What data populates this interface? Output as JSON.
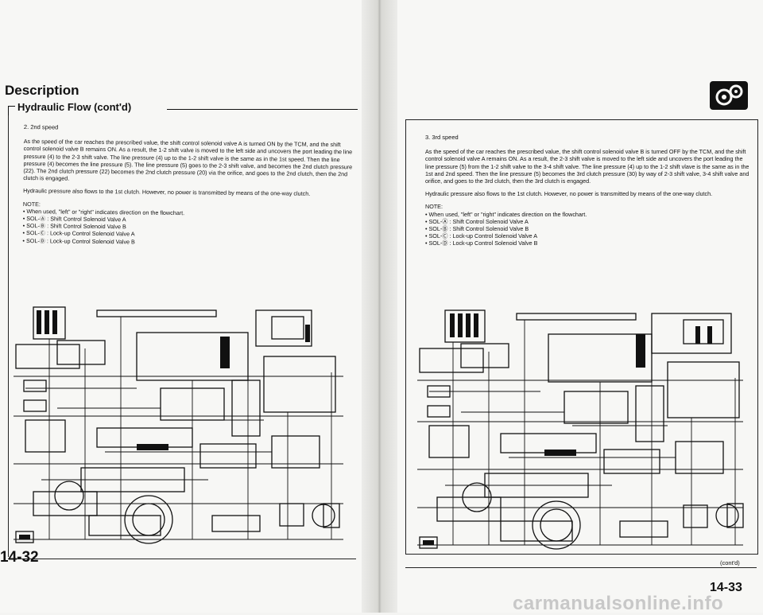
{
  "left_page": {
    "section_title": "Description",
    "subsection": "Hydraulic Flow (cont'd)",
    "step": "2.  2nd speed",
    "paragraph1": "As the speed of the car reaches the prescribed value, the shift control solenoid valve A is turned ON by the TCM, and the shift control solenoid valve B remains ON. As a result, the 1-2 shift valve is moved to the left side and uncovers the port leading the line pressure (4) to the 2-3 shift valve. The line pressure (4) up to the 1-2 shift valve is the same as in the 1st speed. Then the line pressure (4) becomes the line pressure (5). The line pressure (5) goes to the 2-3 shift valve, and becomes the 2nd clutch pressure (22). The 2nd clutch pressure (22) becomes the 2nd clutch pressure (20) via the orifice, and goes to the 2nd clutch, then the 2nd clutch is engaged.",
    "paragraph2": "Hydraulic pressure also flows to the 1st clutch. However, no power is transmitted by means of the one-way clutch.",
    "note_label": "NOTE:",
    "notes": [
      "• When used, \"left\" or \"right\" indicates direction on the flowchart.",
      "• SOL-Ⓐ : Shift Control Solenoid Valve A",
      "• SOL-Ⓑ : Shift Control Solenoid Valve B",
      "• SOL-Ⓒ : Lock-up Control Solenoid Valve A",
      "• SOL-Ⓓ : Lock-up Control Solenoid Valve B"
    ],
    "page_number": "14-32"
  },
  "right_page": {
    "step": "3.  3rd speed",
    "paragraph1": "As the speed of the car reaches the prescribed value, the shift control solenoid valve B is turned OFF by the TCM, and the shift control solenoid valve A remains ON. As a result, the 2-3 shift valve is moved to the left side and uncovers the port leading the line pressure (5) from the 1-2 shift valve to the 3-4 shift valve. The line pressure (4) up to the 1-2 shift vlave is the same as in the 1st and 2nd speed. Then the line pressure (5) becomes the 3rd clutch pressure (30) by way of 2-3 shift valve, 3-4 shift valve and orifice, and goes to the 3rd clutch, then the 3rd clutch is engaged.",
    "paragraph2": "Hydraulic pressure also flows to the 1st clutch. However, no power is transmitted by means of the one-way clutch.",
    "note_label": "NOTE:",
    "notes": [
      "• When used, \"left\" or \"right\" indicates direction on the flowchart.",
      "• SOL-Ⓐ : Shift Control Solenoid Valve A",
      "• SOL-Ⓑ : Shift Control Solenoid Valve B",
      "• SOL-Ⓒ : Lock-up Control Solenoid Valve A",
      "• SOL-Ⓓ : Lock-up Control Solenoid Valve B"
    ],
    "contd": "(cont'd)",
    "page_number": "14-33",
    "logo_icon": "gear-icon"
  },
  "watermark": "carmanualsonline.info"
}
